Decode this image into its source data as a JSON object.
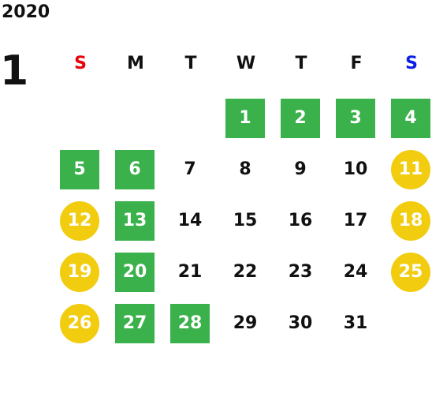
{
  "calendar": {
    "year": "2020",
    "month": "1",
    "weekdays": [
      {
        "label": "S",
        "color": "#e8000a"
      },
      {
        "label": "M",
        "color": "#111111"
      },
      {
        "label": "T",
        "color": "#111111"
      },
      {
        "label": "W",
        "color": "#111111"
      },
      {
        "label": "T",
        "color": "#111111"
      },
      {
        "label": "F",
        "color": "#111111"
      },
      {
        "label": "S",
        "color": "#0a1ee8"
      }
    ],
    "days": [
      {
        "day": "1",
        "highlight": "green"
      },
      {
        "day": "2",
        "highlight": "green"
      },
      {
        "day": "3",
        "highlight": "green"
      },
      {
        "day": "4",
        "highlight": "green"
      },
      {
        "day": "5",
        "highlight": "green"
      },
      {
        "day": "6",
        "highlight": "green"
      },
      {
        "day": "7",
        "highlight": "none"
      },
      {
        "day": "8",
        "highlight": "none"
      },
      {
        "day": "9",
        "highlight": "none"
      },
      {
        "day": "10",
        "highlight": "none"
      },
      {
        "day": "11",
        "highlight": "yellow"
      },
      {
        "day": "12",
        "highlight": "yellow"
      },
      {
        "day": "13",
        "highlight": "green"
      },
      {
        "day": "14",
        "highlight": "none"
      },
      {
        "day": "15",
        "highlight": "none"
      },
      {
        "day": "16",
        "highlight": "none"
      },
      {
        "day": "17",
        "highlight": "none"
      },
      {
        "day": "18",
        "highlight": "yellow"
      },
      {
        "day": "19",
        "highlight": "yellow"
      },
      {
        "day": "20",
        "highlight": "green"
      },
      {
        "day": "21",
        "highlight": "none"
      },
      {
        "day": "22",
        "highlight": "none"
      },
      {
        "day": "23",
        "highlight": "none"
      },
      {
        "day": "24",
        "highlight": "none"
      },
      {
        "day": "25",
        "highlight": "yellow"
      },
      {
        "day": "26",
        "highlight": "yellow"
      },
      {
        "day": "27",
        "highlight": "green"
      },
      {
        "day": "28",
        "highlight": "green"
      },
      {
        "day": "29",
        "highlight": "none"
      },
      {
        "day": "30",
        "highlight": "none"
      },
      {
        "day": "31",
        "highlight": "none"
      }
    ],
    "colors": {
      "green": "#3bb14b",
      "yellow": "#f2cc0f",
      "text": "#111111",
      "highlight_text": "#ffffff"
    }
  }
}
